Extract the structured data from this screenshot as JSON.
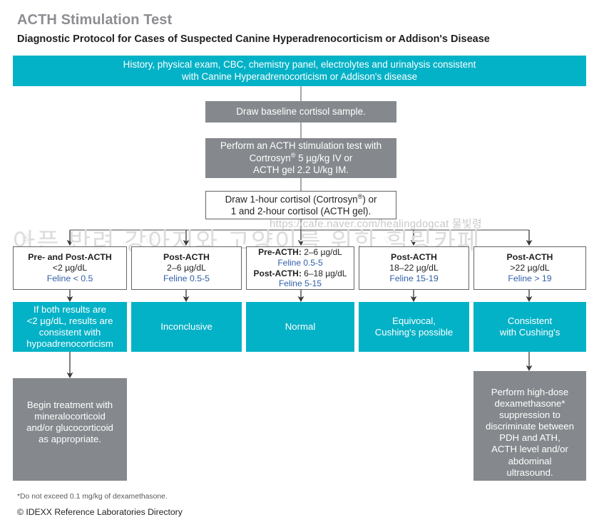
{
  "header": {
    "title": "ACTH Stimulation Test",
    "subtitle": "Diagnostic Protocol for Cases of Suspected Canine Hyperadrenocorticism or Addison's Disease"
  },
  "banner": {
    "line1": "History, physical exam, CBC, chemistry panel, electrolytes and urinalysis consistent",
    "line2": "with Canine Hyperadrenocorticism or Addison's disease"
  },
  "steps": {
    "baseline": "Draw baseline cortisol sample.",
    "perform_line1": "Perform an ACTH stimulation test with",
    "perform_line2_pre": "Cortrosyn",
    "perform_line2_post": " 5 µg/kg IV or",
    "perform_line3": "ACTH gel 2.2 U/kg IM.",
    "draw_line1_pre": "Draw 1-hour cortisol (Cortrosyn",
    "draw_line1_post": ") or",
    "draw_line2": "1 and 2-hour cortisol (ACTH gel)."
  },
  "criteria": [
    {
      "name": "hypoadrenocorticism-criteria",
      "line1": "Pre- and Post-ACTH",
      "line2": "<2 µg/dL",
      "feline": "Feline < 0.5"
    },
    {
      "name": "inconclusive-criteria",
      "line1": "Post-ACTH",
      "line2": "2–6 µg/dL",
      "feline": "Feline 0.5-5"
    },
    {
      "name": "normal-criteria",
      "pre_label": "Pre-ACTH: ",
      "pre_value": "2–6 µg/dL",
      "pre_feline": "Feline 0.5-5",
      "post_label": "Post-ACTH: ",
      "post_value": "6–18 µg/dL",
      "post_feline": "Feline 5-15"
    },
    {
      "name": "equivocal-criteria",
      "line1": "Post-ACTH",
      "line2": "18–22 µg/dL",
      "feline": "Feline 15-19"
    },
    {
      "name": "cushings-criteria",
      "line1": "Post-ACTH",
      "line2": ">22 µg/dL",
      "feline": "Feline > 19"
    }
  ],
  "results": [
    {
      "name": "result-hypoadrenocorticism",
      "line1": "If both results are",
      "line2": "<2 µg/dL, results are",
      "line3": "consistent with",
      "line4": "hypoadrenocorticism"
    },
    {
      "name": "result-inconclusive",
      "line1": "Inconclusive"
    },
    {
      "name": "result-normal",
      "line1": "Normal"
    },
    {
      "name": "result-equivocal",
      "line1": "Equivocal,",
      "line2": "Cushing's possible"
    },
    {
      "name": "result-cushings",
      "line1": "Consistent",
      "line2": "with Cushing's"
    }
  ],
  "treatments": {
    "left": {
      "line1": "Begin treatment with",
      "line2": "mineralocorticoid",
      "line3": "and/or glucocorticoid",
      "line4": "as appropriate."
    },
    "right": {
      "line1": "Perform high-dose",
      "line2": "dexamethasone*",
      "line3": "suppression to",
      "line4": "discriminate between",
      "line5": "PDH and ATH,",
      "line6": "ACTH level and/or",
      "line7": "abdominal",
      "line8": "ultrasound."
    }
  },
  "footer": {
    "note": "*Do not exceed 0.1 mg/kg of dexamethasone.",
    "copyright": "© IDEXX Reference Laboratories Directory"
  },
  "watermark": {
    "url": "https://cafe.naver.com/healingdogcat 물빛령",
    "korean": "아픈 반려 강아지와 고양이를 위한  힐링카페"
  },
  "colors": {
    "teal": "#04b2c7",
    "gray": "#85898d",
    "title_gray": "#8d8d92",
    "feline_blue": "#2f5fa8",
    "connector": "#58595b"
  }
}
